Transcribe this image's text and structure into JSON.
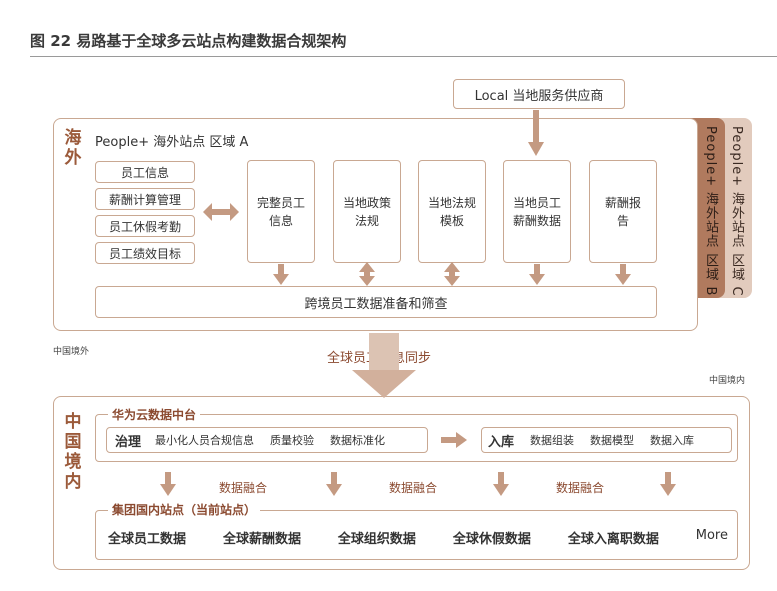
{
  "figure": {
    "title": "图 22 易路基于全球多云站点构建数据合规架构"
  },
  "local_provider": "Local 当地服务供应商",
  "overseas": {
    "side_label": "海外",
    "zone_a_title": "People+ 海外站点 区域 A",
    "zone_b": "People+ 海外站点 区域 B",
    "zone_c": "People+ 海外站点 区域 C",
    "employee_items": [
      "员工信息",
      "薪酬计算管理",
      "员工休假考勤",
      "员工绩效目标"
    ],
    "modules": [
      "完整员工信息",
      "当地政策法规",
      "当地法规模板",
      "当地员工薪酬数据",
      "薪酬报告"
    ],
    "prep_bar": "跨境员工数据准备和筛查",
    "region_label": "中国境外"
  },
  "sync_label": "全球员工信息同步",
  "domestic": {
    "region_label": "中国境内",
    "side_label": "中国境内",
    "huawei_title": "华为云数据中台",
    "governance": {
      "label": "治理",
      "items": [
        "最小化人员合规信息",
        "质量校验",
        "数据标准化"
      ]
    },
    "storage": {
      "label": "入库",
      "items": [
        "数据组装",
        "数据模型",
        "数据入库"
      ]
    },
    "fusion_labels": [
      "数据融合",
      "数据融合",
      "数据融合"
    ],
    "group_title": "集团国内站点（当前站点）",
    "group_items": [
      "全球员工数据",
      "全球薪酬数据",
      "全球组织数据",
      "全球休假数据",
      "全球入离职数据",
      "More"
    ]
  },
  "colors": {
    "accent": "#9b5a3a",
    "border": "#c9a892",
    "arrow": "#c49a82",
    "tab_b": "#b07a5e",
    "tab_c": "#e2cbbd"
  }
}
